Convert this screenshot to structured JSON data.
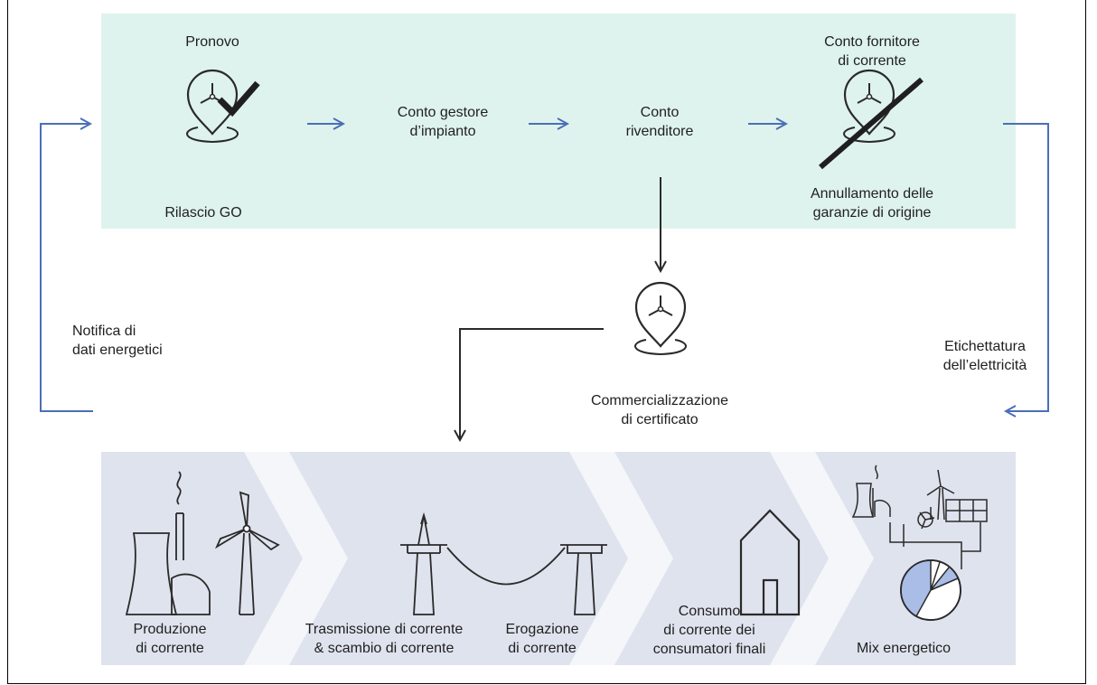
{
  "top_flow": {
    "pronovo": "Pronovo",
    "release": "Rilascio GO",
    "plant_manager_account_1": "Conto gestore",
    "plant_manager_account_2": "d’impianto",
    "reseller_account_1": "Conto",
    "reseller_account_2": "rivenditore",
    "supplier_account_1": "Conto fornitore",
    "supplier_account_2": "di corrente",
    "cancellation_1": "Annullamento delle",
    "cancellation_2": "garanzie di origine"
  },
  "middle": {
    "trading_1": "Commercializzazione",
    "trading_2": "di certificato"
  },
  "side": {
    "left_1": "Notifica di",
    "left_2": "dati energetici",
    "right_1": "Etichettatura",
    "right_2": "dell’elettricità"
  },
  "bottom_flow": {
    "production_1": "Produzione",
    "production_2": "di corrente",
    "transmission_1": "Trasmissione di corrente",
    "transmission_2": "& scambio di corrente",
    "delivery_1": "Erogazione",
    "delivery_2": "di corrente",
    "consumption_1": "Consumo",
    "consumption_2": "di corrente dei",
    "consumption_3": "consumatori finali",
    "mix": "Mix energetico"
  },
  "colors": {
    "top_panel": "#dff3ee",
    "bottom_panel": "#dfe3ee",
    "chevron": "#f4f6fa",
    "arrow_blue": "#4a6fb5",
    "arrow_dark": "#2a2a2a"
  }
}
